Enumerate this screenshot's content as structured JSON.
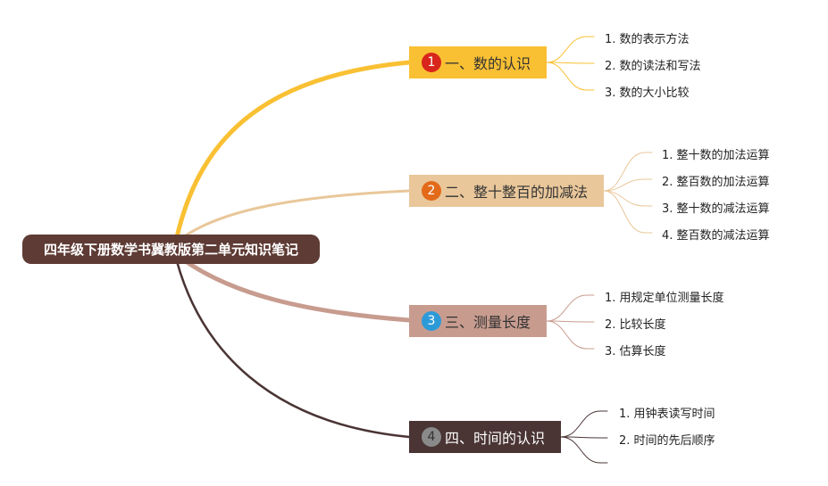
{
  "root": {
    "label": "四年级下册数学书冀教版第二单元知识笔记"
  },
  "branches": [
    {
      "num": "1",
      "label": "一、数的认识",
      "box_color": "#f9c033",
      "badge_bg": "#d8261c",
      "badge_fg": "#ffffff",
      "text_color": "#333333",
      "line_color": "#f9c033",
      "leaves": [
        "1. 数的表示方法",
        "2. 数的读法和写法",
        "3. 数的大小比较"
      ]
    },
    {
      "num": "2",
      "label": "二、整十整百的加减法",
      "box_color": "#e9c79a",
      "badge_bg": "#e26a19",
      "badge_fg": "#ffffff",
      "text_color": "#333333",
      "line_color": "#e9c79a",
      "leaves": [
        "1. 整十数的加法运算",
        "2. 整百数的加法运算",
        "3. 整十数的减法运算",
        "4. 整百数的减法运算"
      ]
    },
    {
      "num": "3",
      "label": "三、测量长度",
      "box_color": "#c79c8f",
      "badge_bg": "#2d9ad8",
      "badge_fg": "#ffffff",
      "text_color": "#333333",
      "line_color": "#c79c8f",
      "leaves": [
        "1. 用规定单位测量长度",
        "2. 比较长度",
        "3. 估算长度"
      ]
    },
    {
      "num": "4",
      "label": "四、时间的认识",
      "box_color": "#4a3434",
      "badge_bg": "#8a8a8a",
      "badge_fg": "#333333",
      "text_color": "#ffffff",
      "line_color": "#4a3434",
      "leaves": [
        "1. 用钟表读写时间",
        "2. 时间的先后顺序",
        ""
      ]
    }
  ]
}
